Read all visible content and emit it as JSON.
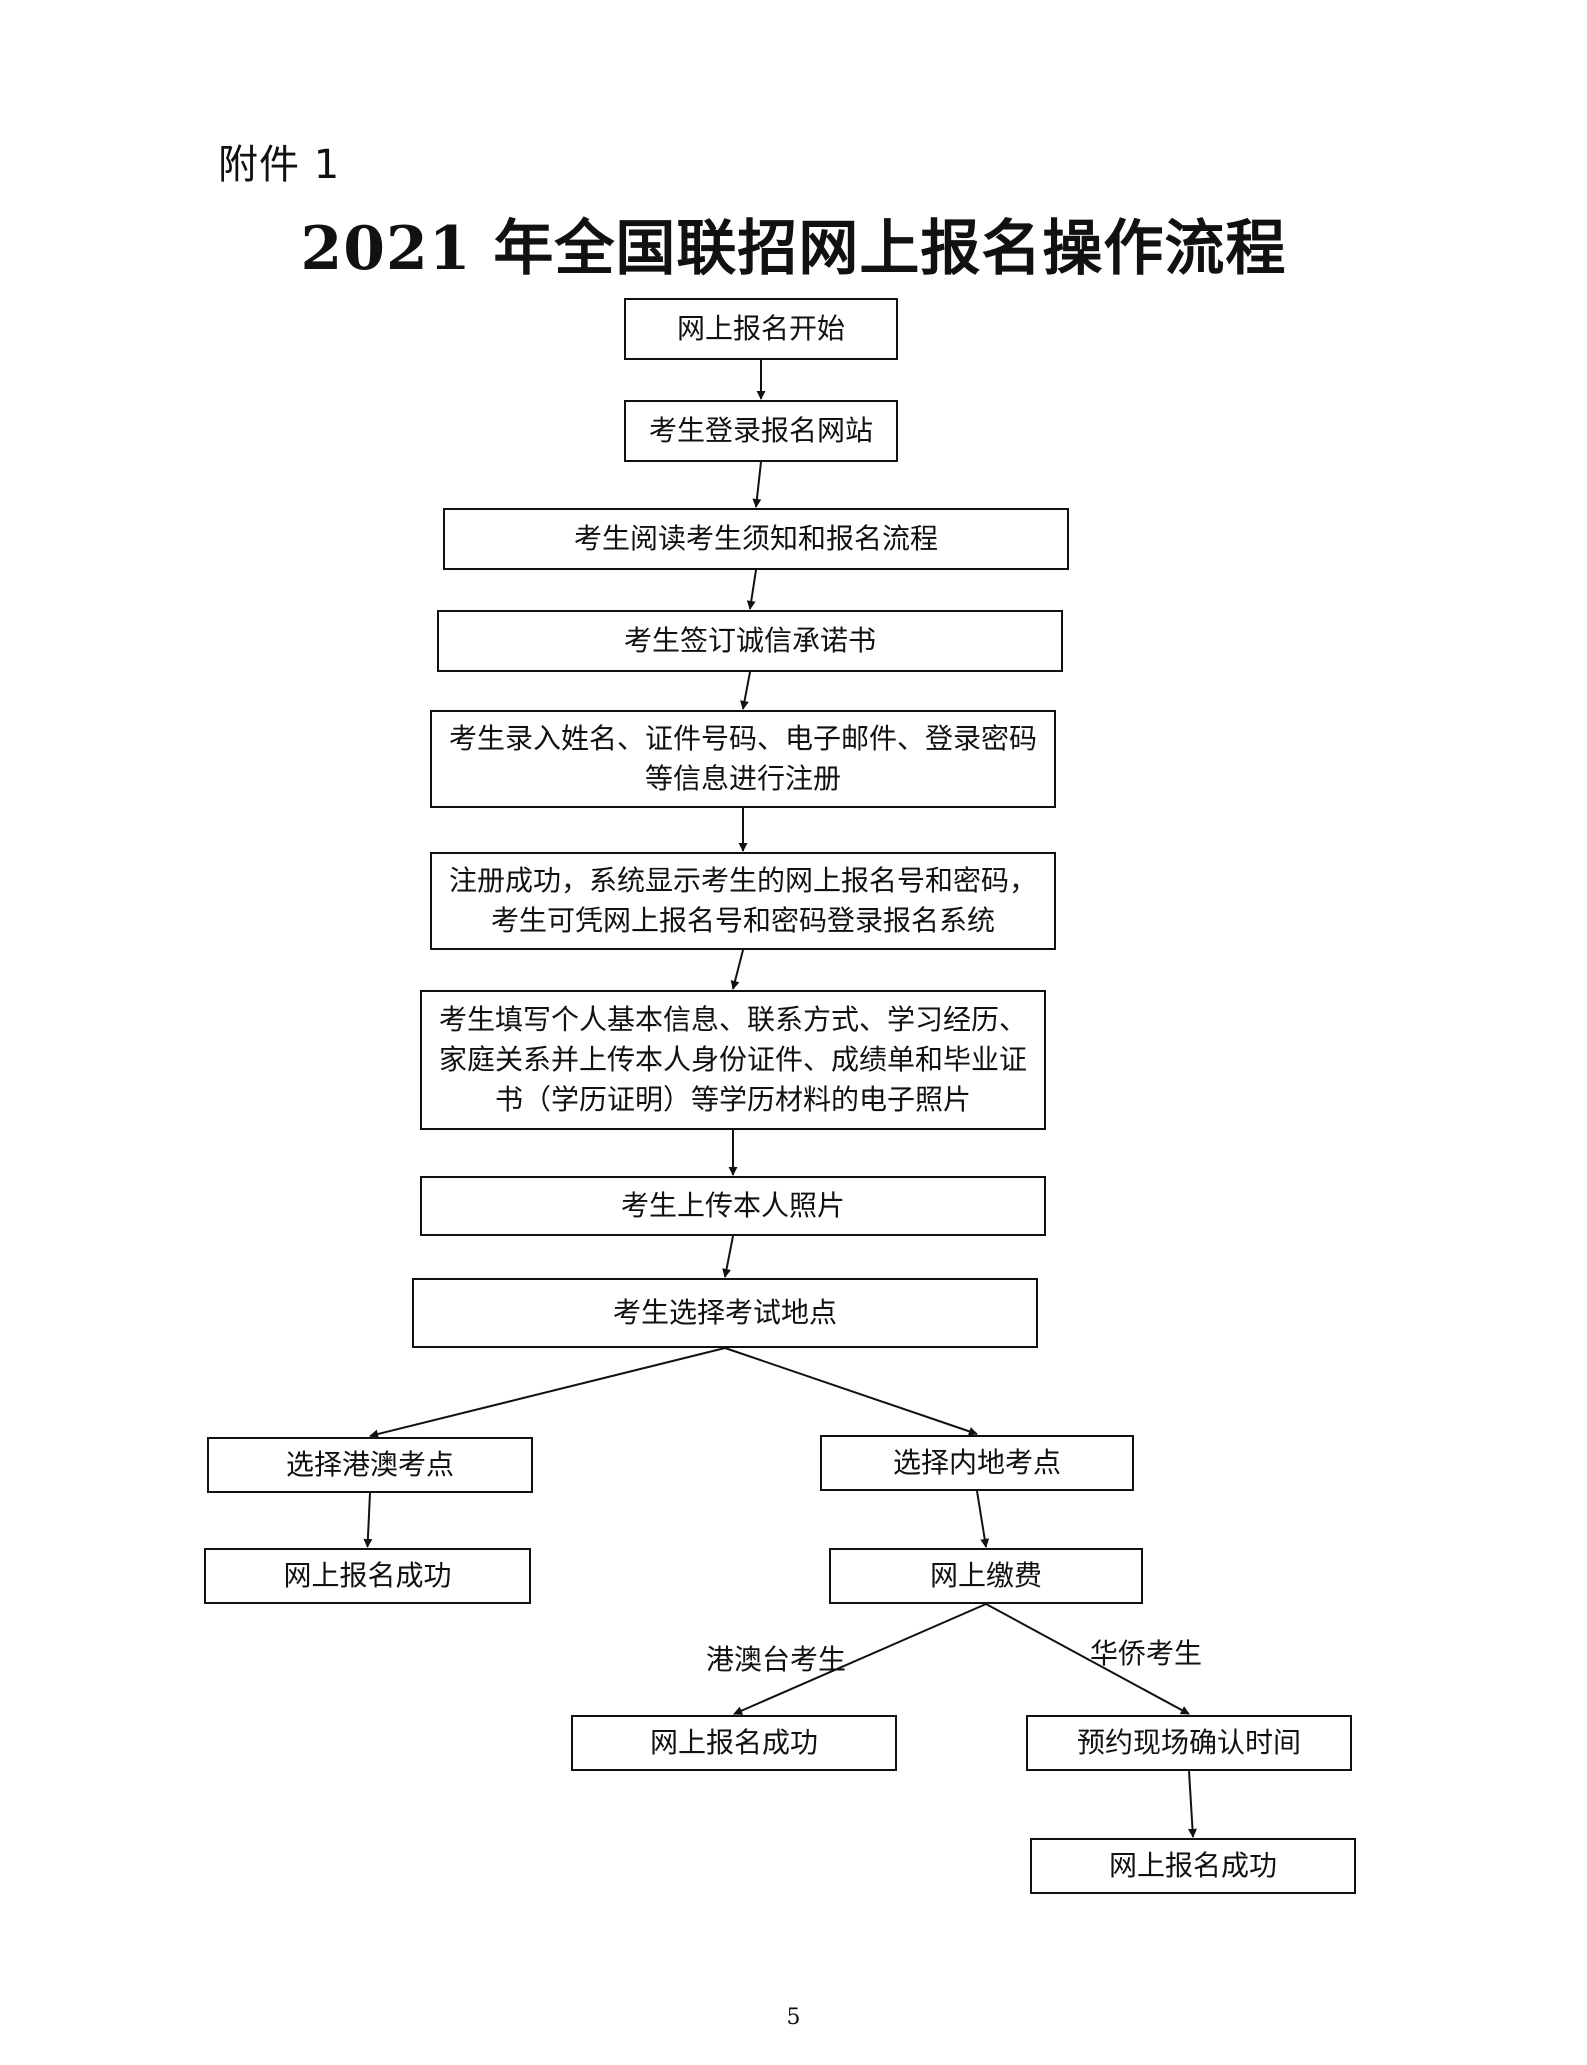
{
  "document": {
    "attachment_label": "附件 1",
    "title": "2021 年全国联招网上报名操作流程",
    "page_number": "5"
  },
  "flowchart": {
    "steps": [
      {
        "id": "start",
        "lines": [
          "网上报名开始"
        ]
      },
      {
        "id": "login",
        "lines": [
          "考生登录报名网站"
        ]
      },
      {
        "id": "read",
        "lines": [
          "考生阅读考生须知和报名流程"
        ]
      },
      {
        "id": "sign",
        "lines": [
          "考生签订诚信承诺书"
        ]
      },
      {
        "id": "register",
        "lines": [
          "考生录入姓名、证件号码、电子邮件、登录密码",
          "等信息进行注册"
        ]
      },
      {
        "id": "register-success",
        "lines": [
          "注册成功，系统显示考生的网上报名号和密码，",
          "考生可凭网上报名号和密码登录报名系统"
        ]
      },
      {
        "id": "fill-info",
        "lines": [
          "考生填写个人基本信息、联系方式、学习经历、",
          "家庭关系并上传本人身份证件、成绩单和毕业证",
          "书（学历证明）等学历材料的电子照片"
        ]
      },
      {
        "id": "upload-photo",
        "lines": [
          "考生上传本人照片"
        ]
      },
      {
        "id": "choose-site",
        "lines": [
          "考生选择考试地点"
        ]
      },
      {
        "id": "choose-hkmo",
        "lines": [
          "选择港澳考点"
        ]
      },
      {
        "id": "choose-mainland",
        "lines": [
          "选择内地考点"
        ]
      },
      {
        "id": "success-hkmo",
        "lines": [
          "网上报名成功"
        ]
      },
      {
        "id": "payment",
        "lines": [
          "网上缴费"
        ]
      },
      {
        "id": "success-hkmot",
        "lines": [
          "网上报名成功"
        ]
      },
      {
        "id": "appointment",
        "lines": [
          "预约现场确认时间"
        ]
      },
      {
        "id": "success-overseas",
        "lines": [
          "网上报名成功"
        ]
      }
    ],
    "edges": [
      {
        "from": "start",
        "to": "login"
      },
      {
        "from": "login",
        "to": "read"
      },
      {
        "from": "read",
        "to": "sign"
      },
      {
        "from": "sign",
        "to": "register"
      },
      {
        "from": "register",
        "to": "register-success"
      },
      {
        "from": "register-success",
        "to": "fill-info"
      },
      {
        "from": "fill-info",
        "to": "upload-photo"
      },
      {
        "from": "upload-photo",
        "to": "choose-site"
      },
      {
        "from": "choose-site",
        "to": "choose-hkmo"
      },
      {
        "from": "choose-site",
        "to": "choose-mainland"
      },
      {
        "from": "choose-hkmo",
        "to": "success-hkmo"
      },
      {
        "from": "choose-mainland",
        "to": "payment"
      },
      {
        "from": "payment",
        "to": "success-hkmot",
        "label": "港澳台考生"
      },
      {
        "from": "payment",
        "to": "appointment",
        "label": "华侨考生"
      },
      {
        "from": "appointment",
        "to": "success-overseas"
      }
    ]
  }
}
